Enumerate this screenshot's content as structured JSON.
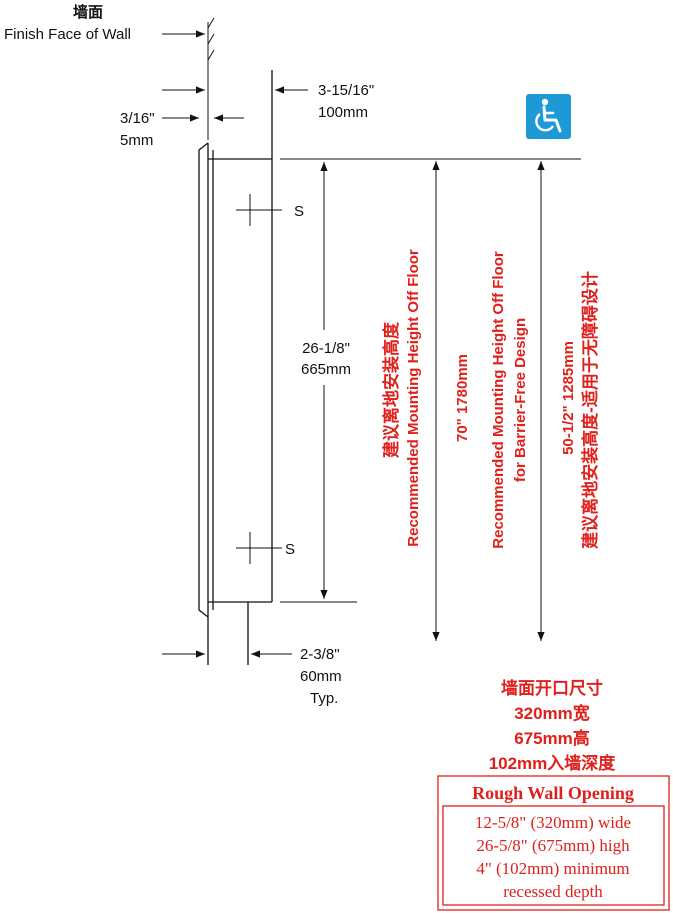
{
  "labels": {
    "wall_cn": "墙面",
    "wall_en": "Finish Face of Wall",
    "flange_in": "3/16\"",
    "flange_mm": "5mm",
    "depth_in": "3-15/16\"",
    "depth_mm": "100mm",
    "height_in": "26-1/8\"",
    "height_mm": "665mm",
    "side_in": "2-3/8\"",
    "side_mm": "60mm",
    "side_typ": "Typ.",
    "screw_top": "S",
    "screw_bottom": "S"
  },
  "mounting": {
    "standard_cn": "建议离地安装高度",
    "standard_en": "Recommended Mounting Height Off Floor",
    "standard_value": "70\"  1780mm",
    "barrier_en_line1": "Recommended Mounting Height Off Floor",
    "barrier_en_line2": "for Barrier-Free Design",
    "barrier_value": "50-1/2\"  1285mm",
    "barrier_cn": "建议离地安装高度-适用于无障碍设计"
  },
  "opening_cn": {
    "line1": "墙面开口尺寸",
    "line2": "320mm宽",
    "line3": "675mm高",
    "line4": "102mm入墙深度"
  },
  "opening_en": {
    "title": "Rough Wall Opening",
    "line1": "12-5/8\" (320mm) wide",
    "line2": "26-5/8\" (675mm) high",
    "line3": "4\" (102mm) minimum",
    "line4": "recessed depth"
  },
  "icon": {
    "name": "wheelchair-accessibility-icon",
    "color": "#1d9ad6"
  },
  "colors": {
    "line": "#111111",
    "text_red": "#e0201b"
  }
}
